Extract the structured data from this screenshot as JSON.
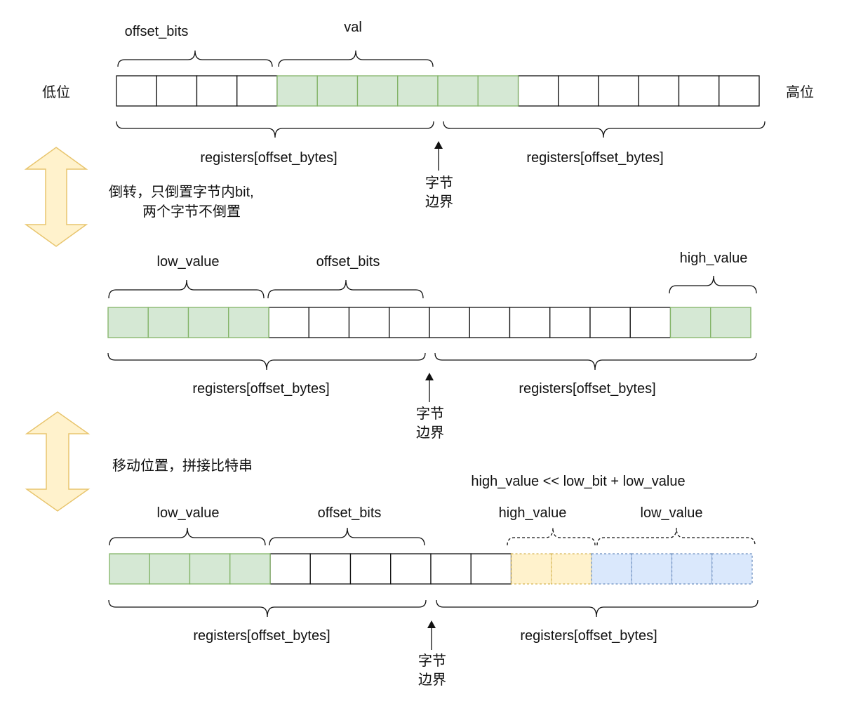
{
  "labels": {
    "low_side": "低位",
    "high_side": "高位",
    "byte_boundary_line1": "字节",
    "byte_boundary_line2": "边界",
    "reverse_note_line1": "倒转，只倒置字节内bit,",
    "reverse_note_line2": "两个字节不倒置",
    "shift_note": "移动位置，拼接比特串",
    "formula": "high_value << low_bit + low_value",
    "offset_bits": "offset_bits",
    "val": "val",
    "low_value": "low_value",
    "high_value": "high_value",
    "registers": "registers[offset_bytes]"
  },
  "colors": {
    "green_fill": "#d5e8d4",
    "green_stroke": "#82b366",
    "yellow_fill": "#fff2cc",
    "yellow_stroke": "#d6b656",
    "blue_fill": "#dae8fc",
    "blue_stroke": "#6c8ebf",
    "arrow_fill": "#fff2cc",
    "arrow_stroke": "#e8c56e"
  },
  "rows": [
    {
      "name": "row-original",
      "cells": [
        "w",
        "w",
        "w",
        "w",
        "g",
        "g",
        "g",
        "g",
        "g",
        "g",
        "w",
        "w",
        "w",
        "w",
        "w",
        "w"
      ]
    },
    {
      "name": "row-reversed",
      "cells": [
        "g",
        "g",
        "g",
        "g",
        "w",
        "w",
        "w",
        "w",
        "w",
        "w",
        "w",
        "w",
        "w",
        "w",
        "g",
        "g"
      ]
    },
    {
      "name": "row-spliced",
      "cells": [
        "g",
        "g",
        "g",
        "g",
        "w",
        "w",
        "w",
        "w",
        "w",
        "w",
        "y",
        "y",
        "b",
        "b",
        "b",
        "b"
      ]
    }
  ]
}
